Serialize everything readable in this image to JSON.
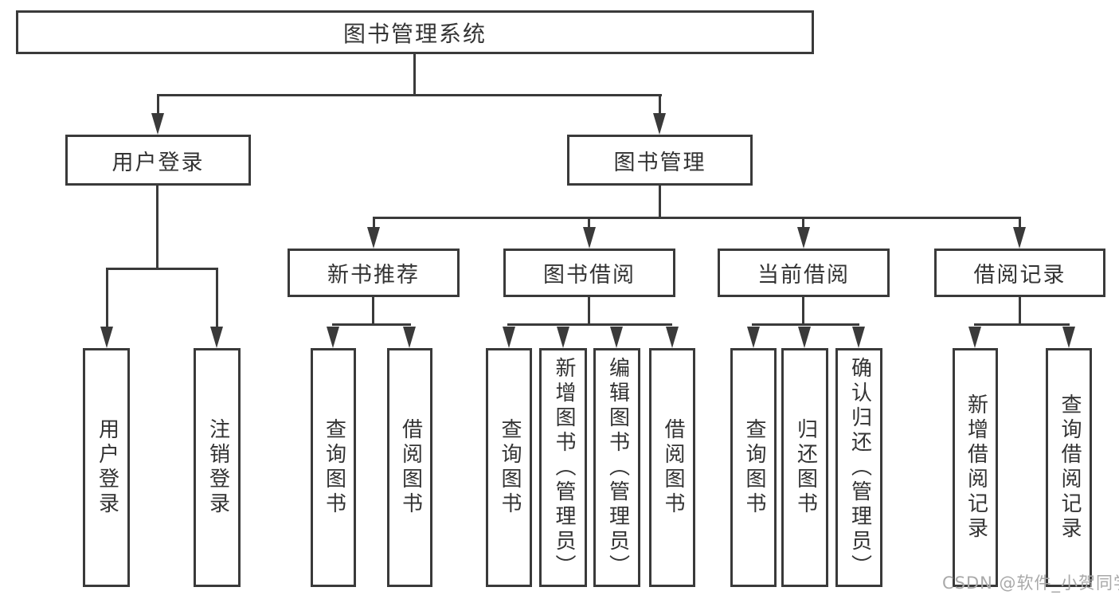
{
  "diagram": {
    "title": "图书管理系统",
    "branches": {
      "user_login": {
        "label": "用户登录",
        "children": [
          {
            "label": "用户登录"
          },
          {
            "label": "注销登录"
          }
        ]
      },
      "book_management": {
        "label": "图书管理",
        "groups": [
          {
            "label": "新书推荐",
            "children": [
              {
                "label": "查询图书"
              },
              {
                "label": "借阅图书"
              }
            ]
          },
          {
            "label": "图书借阅",
            "children": [
              {
                "label": "查询图书"
              },
              {
                "label": "新增图书（管理员）"
              },
              {
                "label": "编辑图书（管理员）"
              },
              {
                "label": "借阅图书"
              }
            ]
          },
          {
            "label": "当前借阅",
            "children": [
              {
                "label": "查询图书"
              },
              {
                "label": "归还图书"
              },
              {
                "label": "确认归还（管理员）"
              }
            ]
          },
          {
            "label": "借阅记录",
            "children": [
              {
                "label": "新增借阅记录"
              },
              {
                "label": "查询借阅记录"
              }
            ]
          }
        ]
      }
    }
  },
  "watermark": "CSDN @软件_小贺同学",
  "colors": {
    "line": "#3a3a3a",
    "text": "#333333",
    "watermark": "#a9a9a9",
    "background": "#ffffff"
  }
}
